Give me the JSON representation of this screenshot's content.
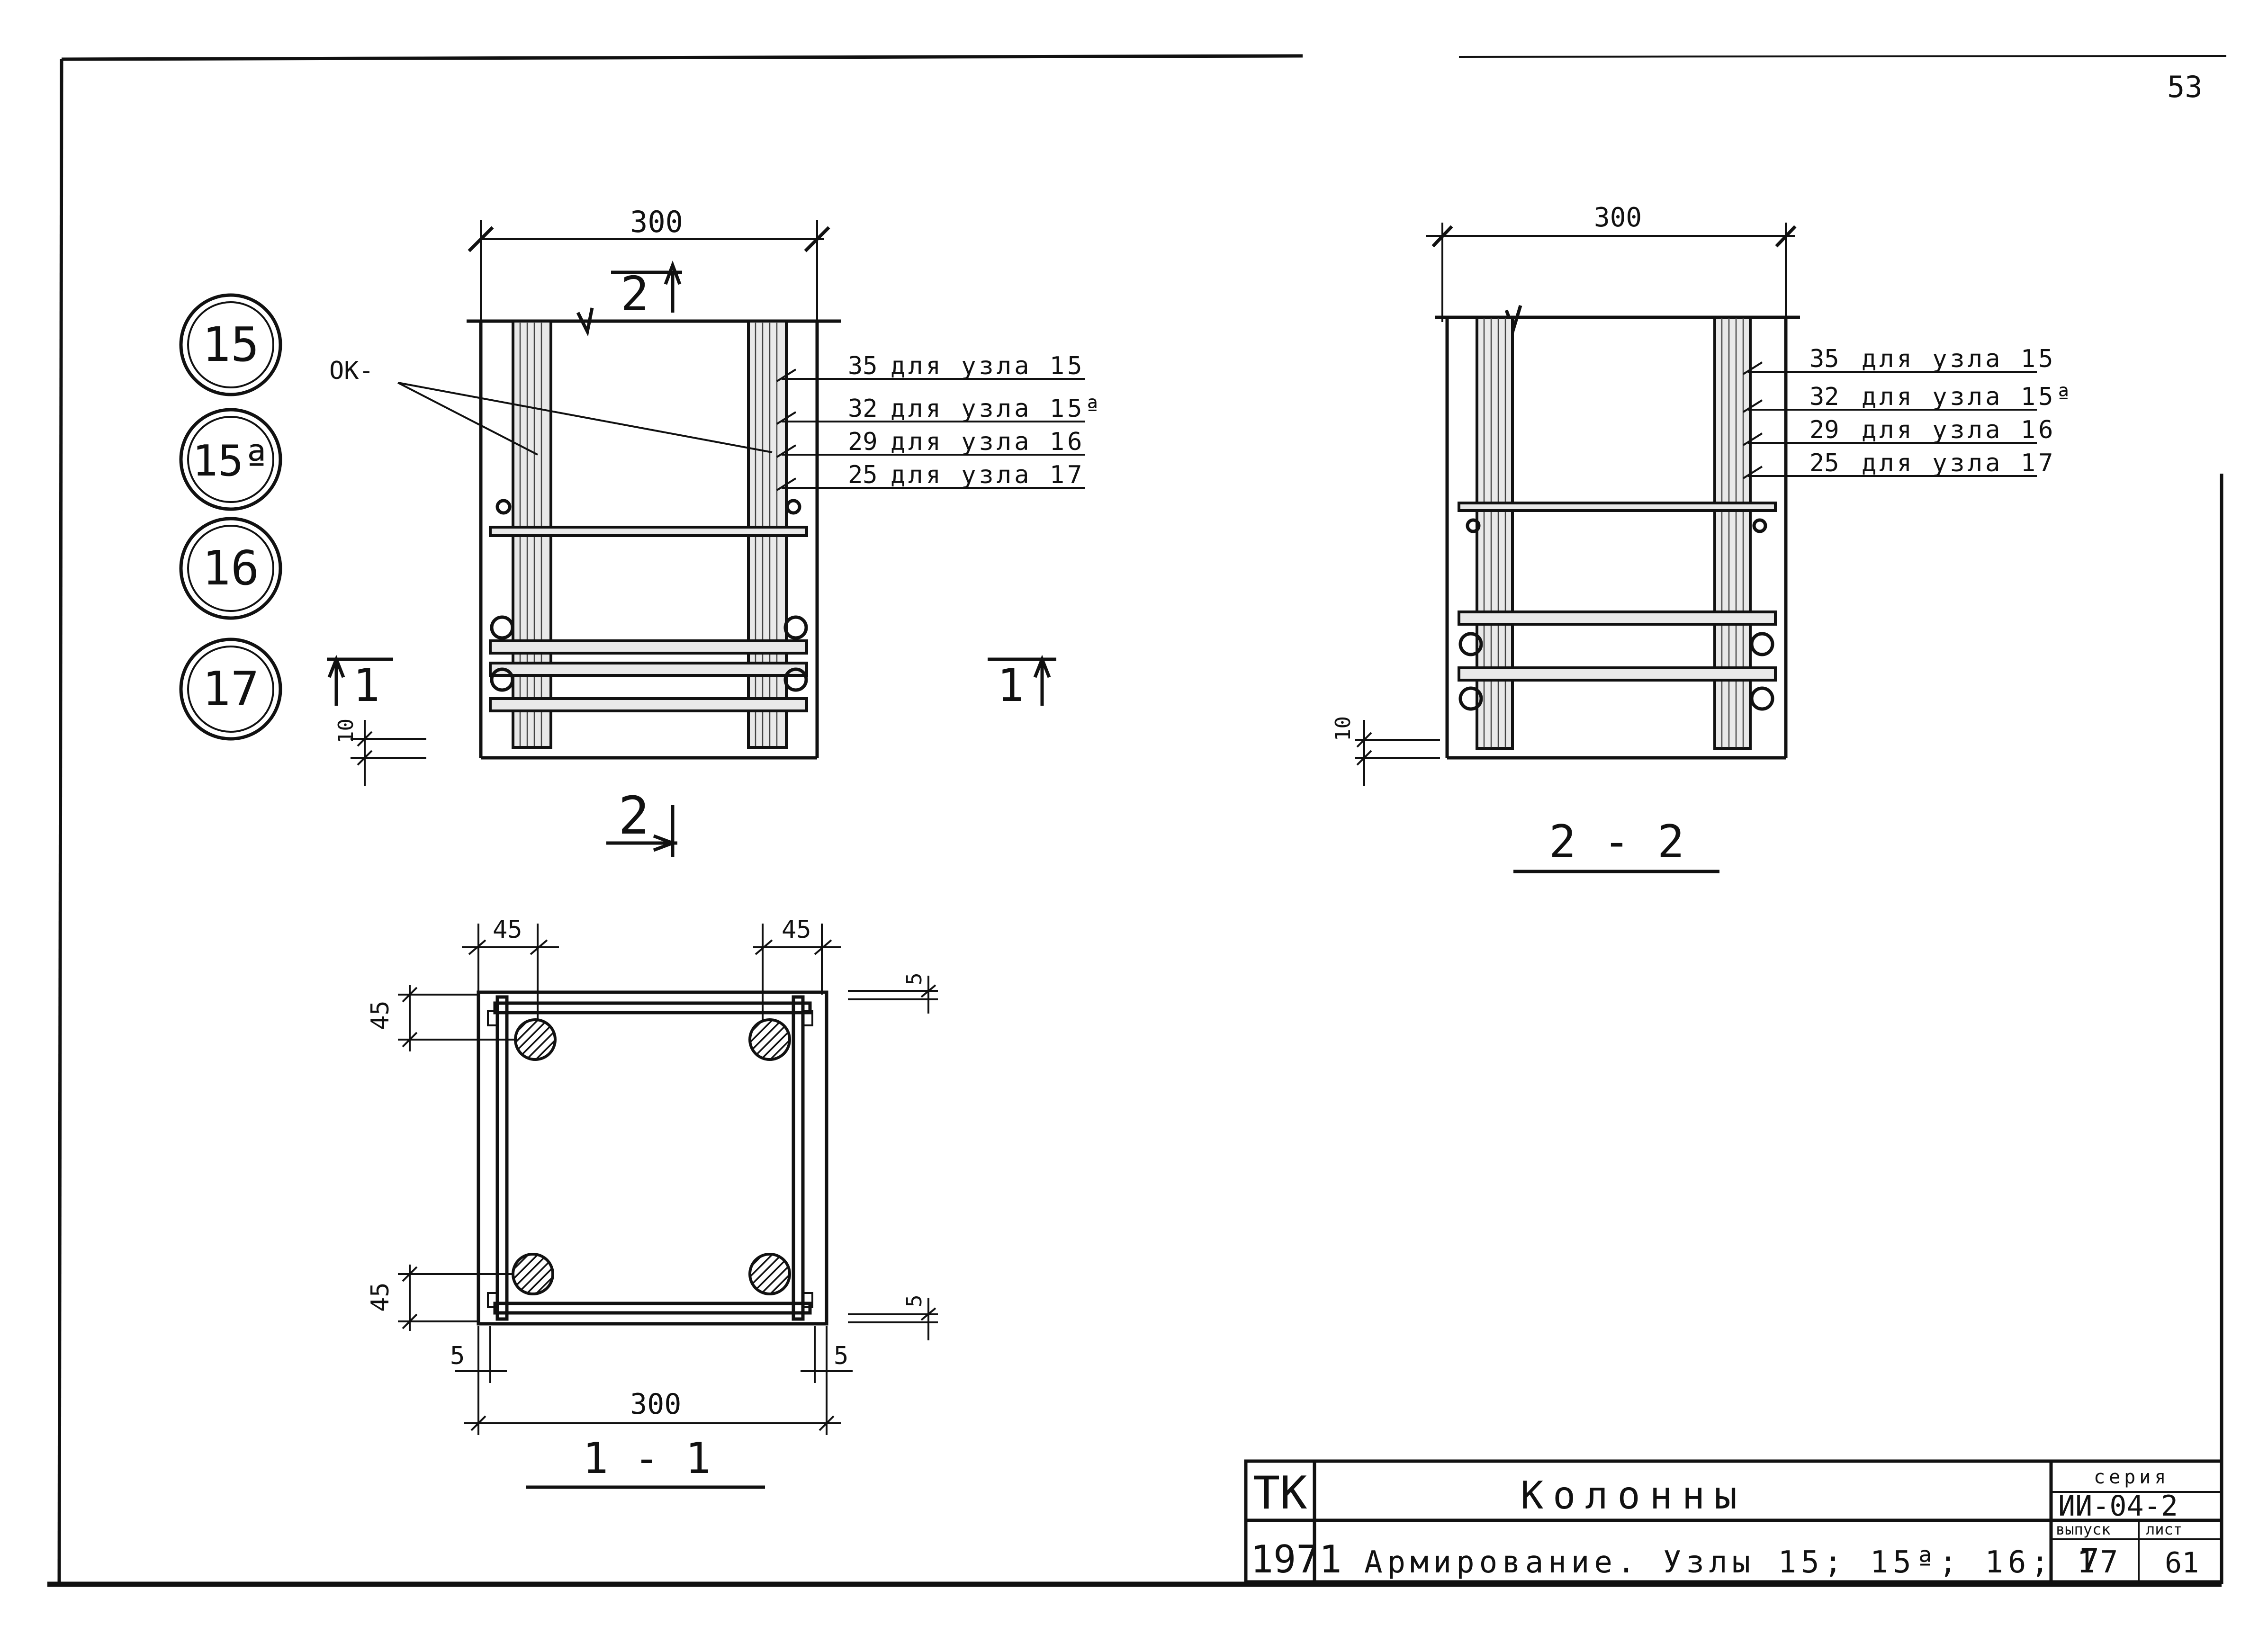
{
  "sheet": {
    "corner_mark": "53"
  },
  "view_2": {
    "dim_width": "300",
    "cut_mark_number": "2",
    "cover_dim": "10",
    "section_label": "2",
    "callouts": [
      {
        "num": "35",
        "text": "для узла 15"
      },
      {
        "num": "32",
        "text": "для узла 15ª"
      },
      {
        "num": "29",
        "text": "для узла 16"
      },
      {
        "num": "25",
        "text": "для узла 17"
      }
    ],
    "leader_label": "ОК-",
    "section_marker_left": "1",
    "section_marker_right": "1"
  },
  "nodes": [
    "15",
    "15ª",
    "16",
    "17"
  ],
  "view_2_2": {
    "dim_width": "300",
    "cover_dim": "10",
    "title": "2 - 2",
    "callouts": [
      {
        "num": "35",
        "text": "для узла 15"
      },
      {
        "num": "32",
        "text": "для узла 15ª"
      },
      {
        "num": "29",
        "text": "для узла 16"
      },
      {
        "num": "25",
        "text": "для узла 17"
      }
    ]
  },
  "view_1_1": {
    "dim_top_left": "45",
    "dim_top_right": "45",
    "dim_side_top": "45",
    "dim_side_bottom": "45",
    "dim_right_top": "5",
    "dim_right_bottom": "5",
    "dim_bottom_left": "5",
    "dim_bottom_right": "5",
    "dim_width": "300",
    "title": "1 - 1"
  },
  "title_block": {
    "org": "ТК",
    "year": "1971",
    "title": "Колонны",
    "subtitle": "Армирование. Узлы 15; 15ª; 16; 17",
    "series_label": "серия",
    "series_value": "ИИ-04-2",
    "issue_label": "выпуск",
    "issue_value": "7",
    "sheet_label": "лист",
    "sheet_value": "61"
  }
}
